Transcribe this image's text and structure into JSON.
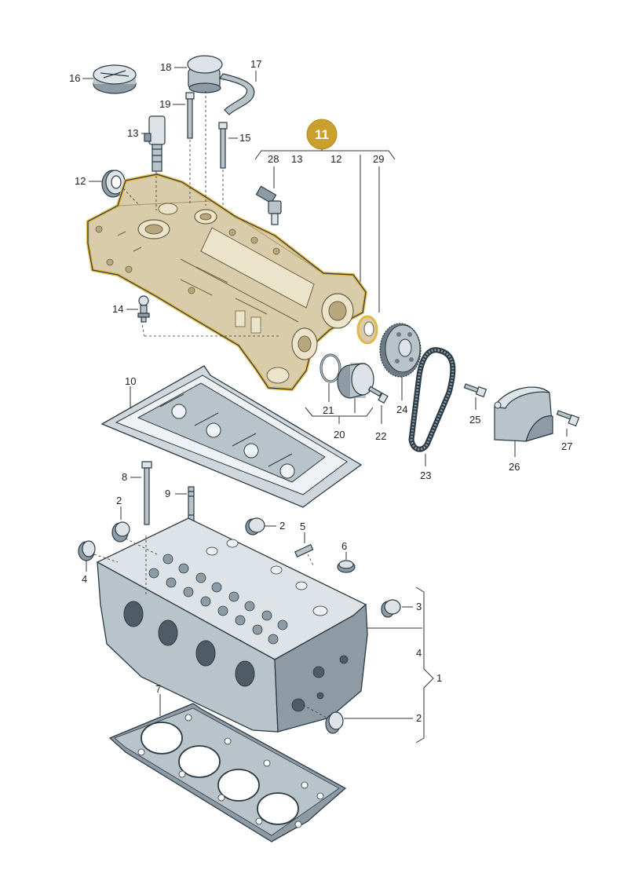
{
  "badge": {
    "label": "11",
    "fill": "#c9a02e"
  },
  "group_label_items": [
    "28",
    "13",
    "12",
    "29"
  ],
  "labels": {
    "l16": "16",
    "l18": "18",
    "l17": "17",
    "l19": "19",
    "l13": "13",
    "l15": "15",
    "l12": "12",
    "l14": "14",
    "l10": "10",
    "l21": "21",
    "l20": "20",
    "l22": "22",
    "l24": "24",
    "l23": "23",
    "l25": "25",
    "l26": "26",
    "l27": "27",
    "l8": "8",
    "l9": "9",
    "l2a": "2",
    "l2b": "2",
    "l4": "4",
    "l5": "5",
    "l6": "6",
    "l3": "3",
    "l4b": "4",
    "l1": "1",
    "l2c": "2",
    "l7": "7"
  },
  "colors": {
    "highlight": "#d9ccaa",
    "highlight_outline": "#e0b84a",
    "metal": "#b9c3ca"
  }
}
